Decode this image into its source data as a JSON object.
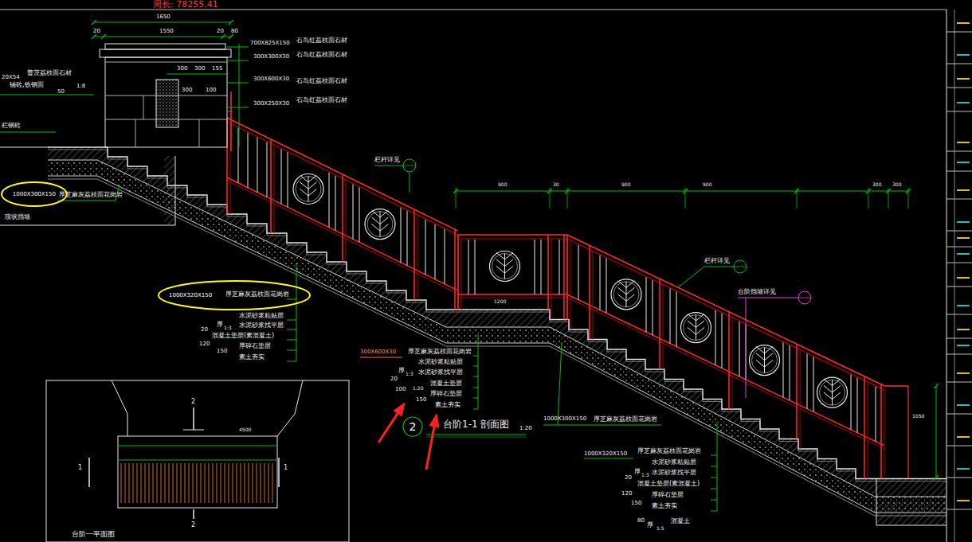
{
  "diagram": {
    "nodes": [
      {
        "text": [
          "1000X300X150"
        ]
      },
      {
        "text": [
          "1000X320X150"
        ]
      },
      {
        "text": [
          "2"
        ]
      }
    ],
    "labels": [
      "周长: 78255.41",
      "1650",
      "20",
      "1550",
      "20",
      "80",
      "700X825X150",
      "石岛红荔枝面石材",
      "300X300X30",
      "石岛红荔枝面石材",
      "300",
      "300",
      "155",
      "300X600X30",
      "石岛红荔枝面石材",
      "300",
      "100",
      "300X250X30",
      "石岛红荔枝面石材",
      "20X54",
      "普茨荔枝面石材",
      "铺砖,铁钢面",
      "50",
      "1:8",
      "栏钢砖",
      "厚芝麻灰荔枝面花岗岩",
      "现状挡墙",
      "栏杆详见",
      "栏杆详见",
      "台阶挡墙详见",
      "厚芝麻灰荔枝面花岗岩",
      "水泥砂浆粘贴层",
      "厚",
      "1:3",
      "水泥砂浆找平层",
      "20",
      "混凝土垫层(素混凝土)",
      "120",
      "厚碎石垫层",
      "150",
      "素土夯实",
      "300X600X30",
      "厚芝麻灰荔枝面花岗岩",
      "水泥砂浆粘贴层",
      "厚",
      "1:3",
      "水泥砂浆找平层",
      "20",
      "混凝土垫层",
      "100",
      "1:20",
      "厚碎石垫层",
      "150",
      "素土夯实",
      "台阶1-1 剖面图",
      "1:20",
      "1000X300X150",
      "厚芝麻灰荔枝面花岗岩",
      "1000X320X150",
      "厚芝麻灰荔枝面花岗岩",
      "水泥砂浆粘贴层",
      "厚",
      "1:3",
      "水泥砂浆找平层",
      "20",
      "混凝土垫层(素混凝土)",
      "120",
      "厚碎石垫层",
      "150",
      "素土夯实",
      "80",
      "厚",
      "1:5",
      "混凝土",
      "900",
      "30",
      "900",
      "900",
      "300",
      "300",
      "1200",
      "1050",
      "2",
      "2",
      "1",
      "1",
      "4500",
      "台阶一平面图"
    ]
  }
}
